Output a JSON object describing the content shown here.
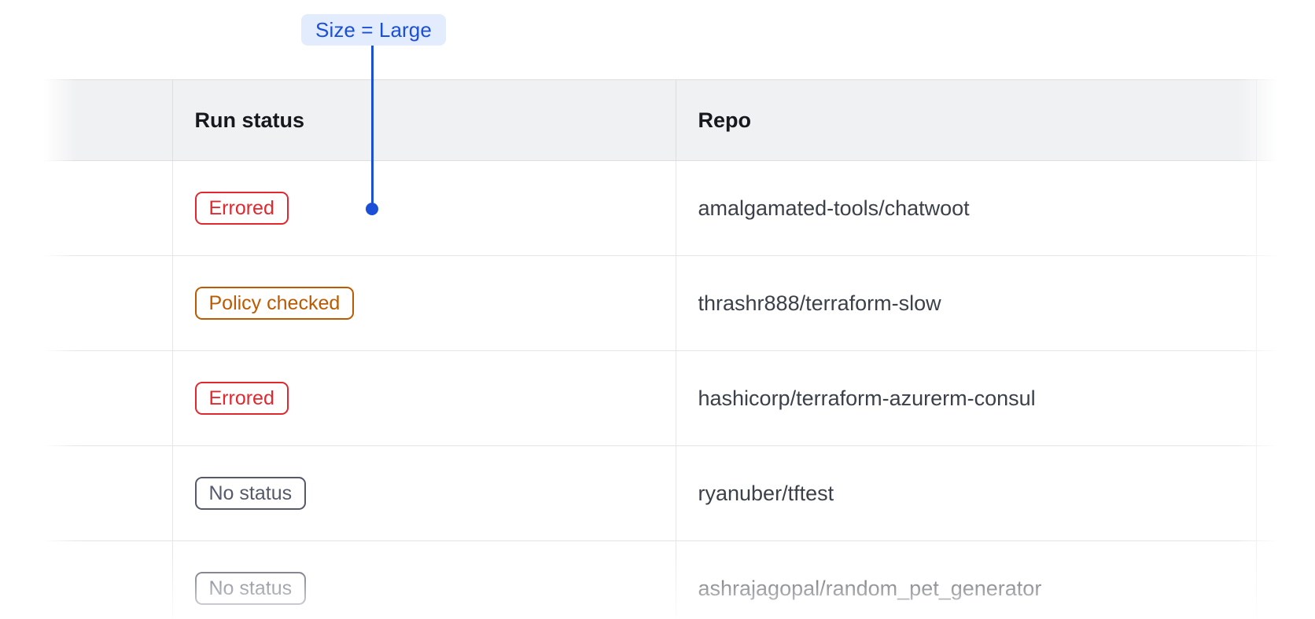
{
  "annotation": {
    "label": "Size = Large",
    "accent_color": "#1b4fd8",
    "pill_background": "#e3ecfd",
    "connector": "vertical-line-with-dot"
  },
  "table": {
    "columns": [
      {
        "key": "spacer",
        "label": ""
      },
      {
        "key": "run_status",
        "label": "Run status"
      },
      {
        "key": "repo",
        "label": "Repo"
      },
      {
        "key": "tail",
        "label": ""
      }
    ],
    "header_background": "#f0f1f3",
    "rows": [
      {
        "status": "Errored",
        "status_variant": "errored",
        "repo": "amalgamated-tools/chatwoot",
        "faded": false
      },
      {
        "status": "Policy checked",
        "status_variant": "policy-checked",
        "repo": "thrashr888/terraform-slow",
        "faded": false
      },
      {
        "status": "Errored",
        "status_variant": "errored",
        "repo": "hashicorp/terraform-azurerm-consul",
        "faded": false
      },
      {
        "status": "No status",
        "status_variant": "no-status",
        "repo": "ryanuber/tftest",
        "faded": false
      },
      {
        "status": "No status",
        "status_variant": "no-status",
        "repo": "ashrajagopal/random_pet_generator",
        "faded": true
      }
    ]
  },
  "status_colors": {
    "errored": "#e0282e",
    "policy_checked": "#bb5a00",
    "no_status": "#55596a"
  }
}
